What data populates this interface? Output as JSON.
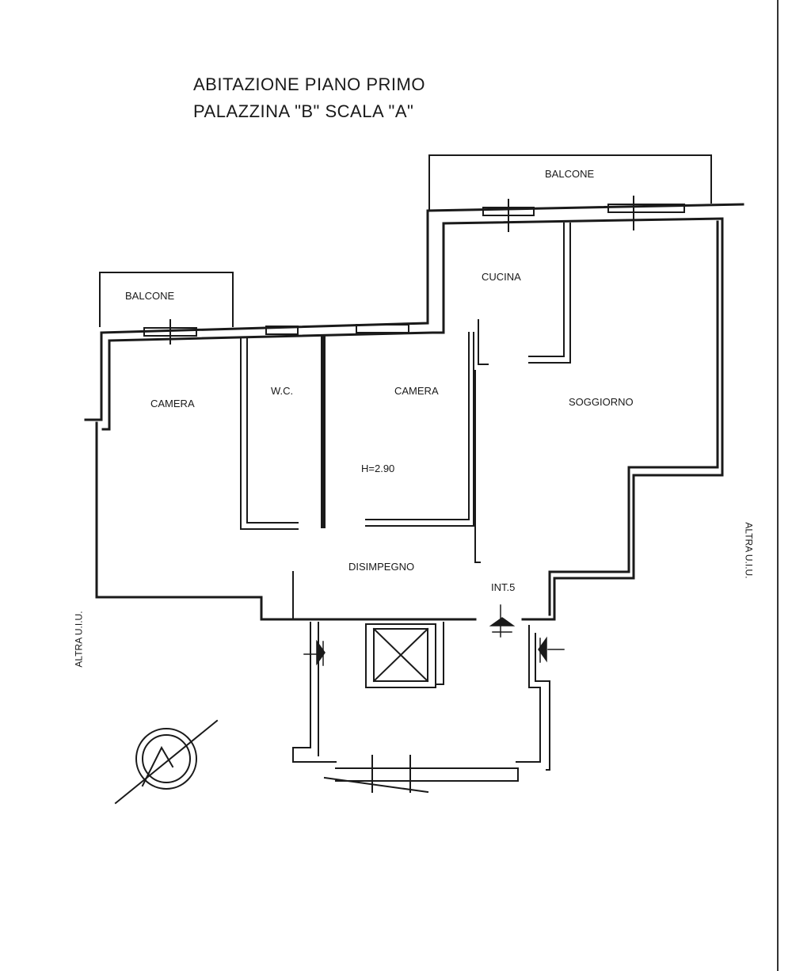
{
  "header": {
    "line1": "ABITAZIONE PIANO PRIMO",
    "line2": "PALAZZINA \"B\" SCALA \"A\""
  },
  "rooms": {
    "balcone_top": "BALCONE",
    "balcone_left": "BALCONE",
    "cucina": "CUCINA",
    "camera_left": "CAMERA",
    "wc": "W.C.",
    "camera_center": "CAMERA",
    "soggiorno": "SOGGIORNO",
    "height": "H=2.90",
    "disimpegno": "DISIMPEGNO",
    "interno": "INT.5"
  },
  "neighbours": {
    "left": "ALTRA U.I.U.",
    "right": "ALTRA U.I.U."
  },
  "colors": {
    "line": "#1a1a1a",
    "background": "#ffffff",
    "page_edge": "#333333"
  },
  "icons": [
    "north-arrow-icon",
    "elevator-cross-icon",
    "door-swing-icon"
  ]
}
